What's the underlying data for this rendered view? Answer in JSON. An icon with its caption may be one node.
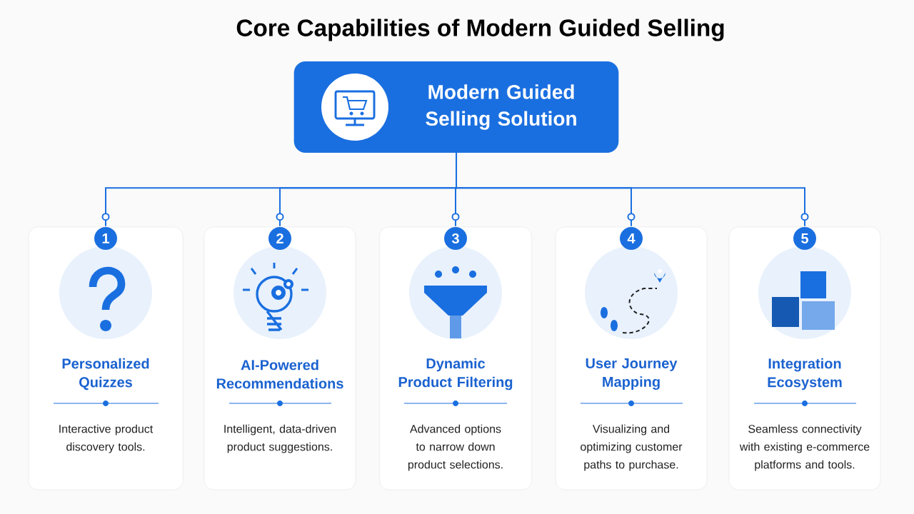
{
  "diagram": {
    "title": "Core Capabilities of Modern Guided Selling",
    "nodes": [
      {
        "text": [
          "Modern Guided Selling Solution"
        ]
      },
      {
        "text": [
          "Personalized Quizzes",
          "Interactive product discovery tools."
        ]
      },
      {
        "text": [
          "AI-Powered Recommendations",
          "Intelligent, data-driven product suggestions."
        ]
      },
      {
        "text": [
          "Dynamic Product Filtering",
          "Advanced options to narrow down product selections."
        ]
      },
      {
        "text": [
          "User Journey Mapping",
          "Visualizing and optimizing customer paths to purchase."
        ]
      },
      {
        "text": [
          "Integration Ecosystem",
          "Seamless connectivity with existing e-commerce platforms and tools."
        ]
      },
      {
        "text": [
          "1"
        ],
        "in": 1
      },
      {
        "text": [
          "2"
        ],
        "in": 2
      },
      {
        "text": [
          "3"
        ],
        "in": 3
      },
      {
        "text": [
          "4"
        ],
        "in": 4
      },
      {
        "text": [
          "5"
        ],
        "in": 5
      }
    ],
    "edges": [
      {
        "from": 0,
        "to": 6,
        "arrow": "none"
      },
      {
        "from": 0,
        "to": 7,
        "arrow": "none"
      },
      {
        "from": 0,
        "to": 8,
        "arrow": "none"
      },
      {
        "from": 0,
        "to": 9,
        "arrow": "none"
      },
      {
        "from": 0,
        "to": 10,
        "arrow": "none"
      }
    ]
  }
}
